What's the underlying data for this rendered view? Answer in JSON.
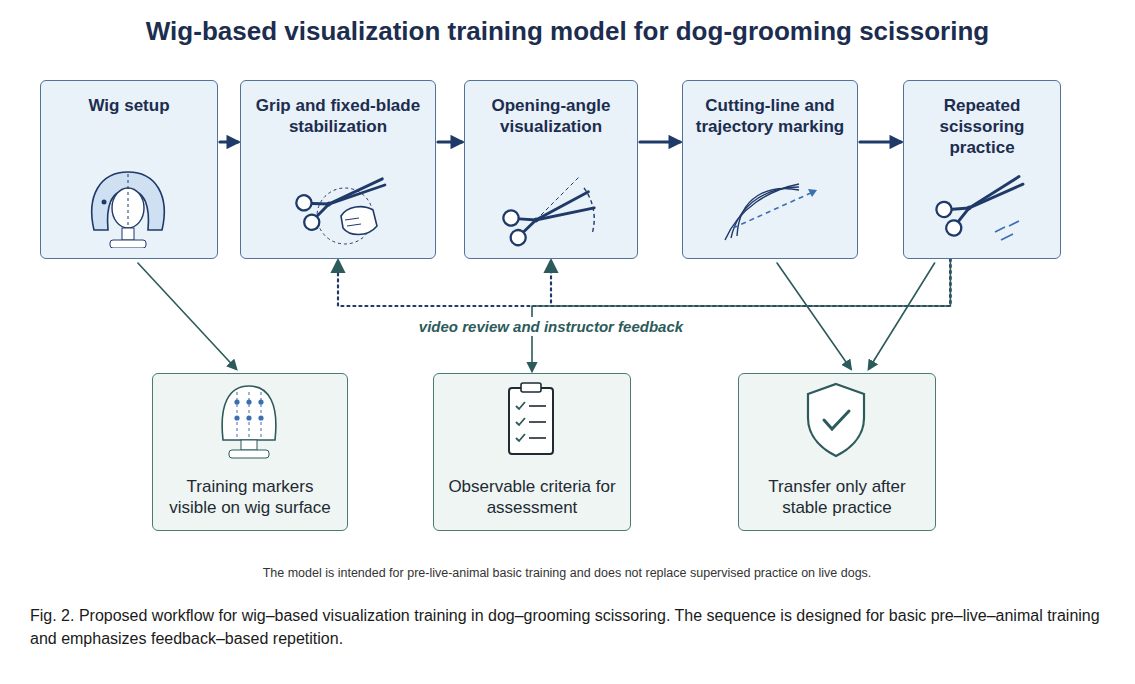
{
  "diagram": {
    "title": "Wig-based visualization training model for dog-grooming scissoring",
    "caption": "Fig. 2. Proposed workflow for wig–based visualization training in dog–grooming scissoring. The sequence is designed for basic pre–live–animal training and emphasizes feedback–based repetition.",
    "nodes": [
      {
        "text": [
          "Wig setup"
        ]
      },
      {
        "text": [
          "Grip and fixed-blade stabilization"
        ]
      },
      {
        "text": [
          "Opening-angle visualization"
        ]
      },
      {
        "text": [
          "Cutting-line and trajectory marking"
        ]
      },
      {
        "text": [
          "Repeated scissoring practice"
        ]
      },
      {
        "text": [
          "Training markers visible on wig surface"
        ]
      },
      {
        "text": [
          "Observable criteria for assessment"
        ]
      },
      {
        "text": [
          "Transfer only after stable practice"
        ]
      }
    ],
    "edges": [
      {
        "from": 0,
        "to": 1,
        "arrow": "to"
      },
      {
        "from": 1,
        "to": 2,
        "arrow": "to"
      },
      {
        "from": 2,
        "to": 3,
        "arrow": "to"
      },
      {
        "from": 3,
        "to": 4,
        "arrow": "to"
      },
      {
        "from": 0,
        "to": 5,
        "arrow": "to"
      },
      {
        "from": 4,
        "to": 1,
        "arrow": "to"
      },
      {
        "from": 4,
        "to": 2,
        "arrow": "to"
      },
      {
        "from": 4,
        "to": 6,
        "arrow": "to"
      },
      {
        "from": 3,
        "to": 7,
        "arrow": "to"
      },
      {
        "from": 4,
        "to": 7,
        "arrow": "to"
      }
    ],
    "labels": [
      "video review and instructor feedback",
      "The model is intended for pre-live-animal basic training and does not replace supervised practice on live dogs."
    ]
  }
}
